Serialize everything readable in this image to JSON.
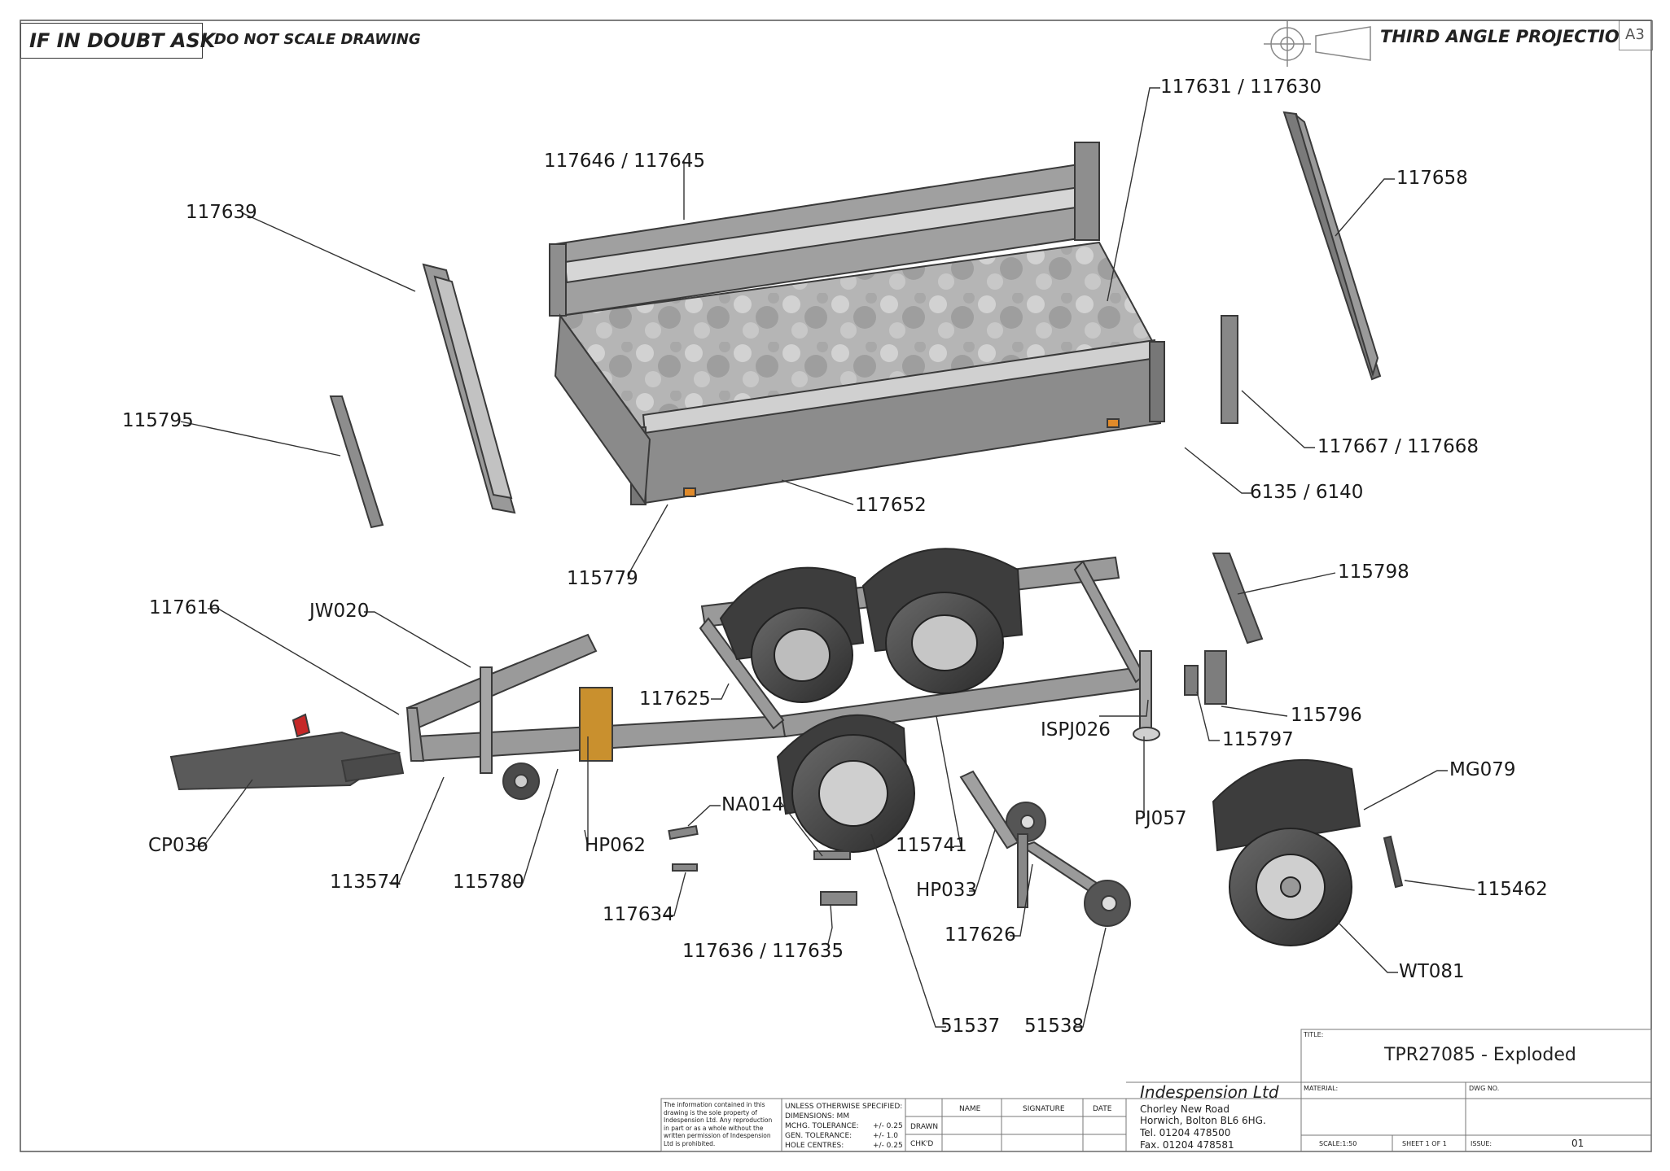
{
  "header": {
    "doubt_notice": "IF IN DOUBT ASK",
    "scale_notice": "DO NOT SCALE DRAWING",
    "projection": "THIRD ANGLE PROJECTION",
    "sheet_size": "A3"
  },
  "callouts": {
    "p117631": "117631 / 117630",
    "p117646": "117646 / 117645",
    "p117658": "117658",
    "p117639": "117639",
    "p115795": "115795",
    "p117667": "117667 / 117668",
    "p117652": "117652",
    "p6135": "6135 / 6140",
    "p115779": "115779",
    "p115798": "115798",
    "p117616": "117616",
    "pJW020": "JW020",
    "p117625": "117625",
    "pISPJ026": "ISPJ026",
    "p115796": "115796",
    "p115797": "115797",
    "pMG079": "MG079",
    "pHP062": "HP062",
    "pNA014": "NA014",
    "pCP036": "CP036",
    "p115741": "115741",
    "pPJ057": "PJ057",
    "p113574": "113574",
    "p115780": "115780",
    "pHP033": "HP033",
    "p115462": "115462",
    "p117634": "117634",
    "p117626": "117626",
    "p117636": "117636 / 117635",
    "pWT081": "WT081",
    "p51537": "51537",
    "p51538": "51538"
  },
  "title_block": {
    "confidential": "The information contained in this drawing is the sole property of Indespension Ltd. Any reproduction in part or as a whole without the written permission of Indespension Ltd is prohibited.",
    "unless": "UNLESS OTHERWISE SPECIFIED:",
    "dimensions": "DIMENSIONS: MM",
    "mchg_label": "MCHG. TOLERANCE:",
    "mchg_value": "+/- 0.25",
    "gen_label": "GEN. TOLERANCE:",
    "gen_value": "+/- 1.0",
    "hole_label": "HOLE CENTRES:",
    "hole_value": "+/- 0.25",
    "col_name": "NAME",
    "col_signature": "SIGNATURE",
    "col_date": "DATE",
    "row_drawn": "DRAWN",
    "row_chkd": "CHK'D",
    "company": "Indespension Ltd",
    "address1": "Chorley New Road",
    "address2": "Horwich, Bolton BL6 6HG.",
    "tel": "Tel. 01204 478500",
    "fax": "Fax. 01204 478581",
    "title_label": "TITLE:",
    "title": "TPR27085 - Exploded",
    "material_label": "MATERIAL:",
    "dwg_label": "DWG NO.",
    "scale": "SCALE:1:50",
    "sheet": "SHEET 1 OF 1",
    "issue_label": "ISSUE:",
    "issue": "01"
  }
}
